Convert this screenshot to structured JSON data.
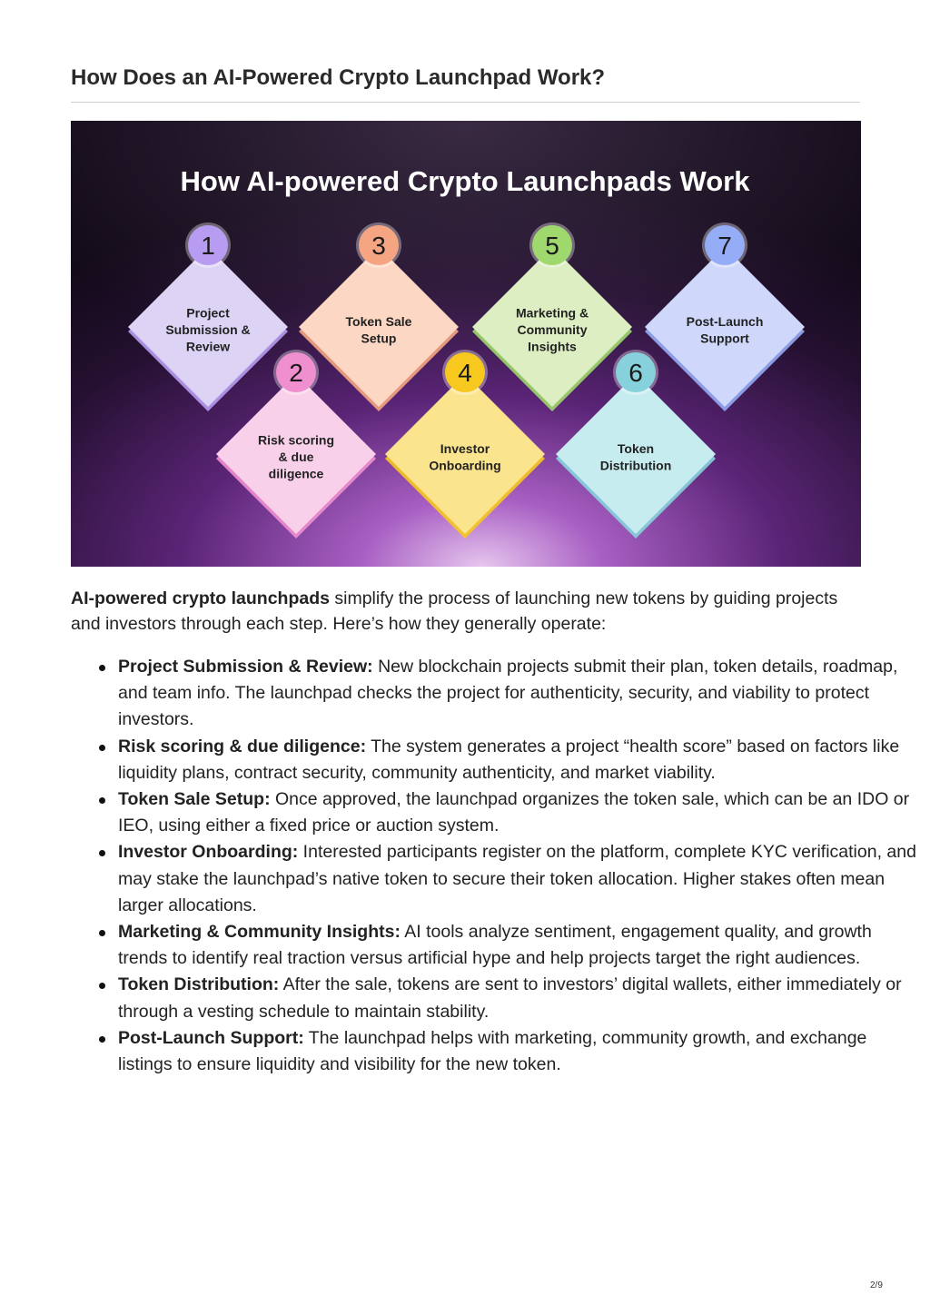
{
  "heading": "How Does an AI-Powered Crypto Launchpad Work?",
  "infographic": {
    "title": "How AI-powered Crypto Launchpads Work",
    "steps": [
      {
        "number": "1",
        "lines": [
          "Project",
          "Submission &",
          "Review"
        ],
        "card_color": "#ddd3f5",
        "badge_color": "#b79cf2"
      },
      {
        "number": "2",
        "lines": [
          "Risk scoring",
          "& due",
          "diligence"
        ],
        "card_color": "#f8d0ea",
        "badge_color": "#f08fd0"
      },
      {
        "number": "3",
        "lines": [
          "Token Sale",
          "Setup"
        ],
        "card_color": "#fcd7c4",
        "badge_color": "#f6a582"
      },
      {
        "number": "4",
        "lines": [
          "Investor",
          "Onboarding"
        ],
        "card_color": "#fbe48e",
        "badge_color": "#f7c81e"
      },
      {
        "number": "5",
        "lines": [
          "Marketing &",
          "Community",
          "Insights"
        ],
        "card_color": "#ddefc2",
        "badge_color": "#9fd86c"
      },
      {
        "number": "6",
        "lines": [
          "Token",
          "Distribution"
        ],
        "card_color": "#c6ecf0",
        "badge_color": "#86d1db"
      },
      {
        "number": "7",
        "lines": [
          "Post-Launch",
          "Support"
        ],
        "card_color": "#cfd8fb",
        "badge_color": "#95acf6"
      }
    ]
  },
  "intro": {
    "bold": "AI-powered crypto launchpads",
    "text": " simplify the process of launching new tokens by guiding projects and investors through each step. Here’s how they generally operate:"
  },
  "steps": [
    {
      "term": "Project Submission & Review:",
      "text": " New blockchain projects submit their plan, token details, roadmap, and team info. The launchpad checks the project for authenticity, security, and viability to protect investors."
    },
    {
      "term": "Risk scoring & due diligence:",
      "text": " The system generates a project “health score” based on factors like liquidity plans, contract security, community authenticity, and market viability."
    },
    {
      "term": "Token Sale Setup:",
      "text": " Once approved, the launchpad organizes the token sale, which can be an IDO or IEO, using either a fixed price or auction system."
    },
    {
      "term": "Investor Onboarding:",
      "text": " Interested participants register on the platform, complete KYC verification, and may stake the launchpad’s native token to secure their token allocation. Higher stakes often mean larger allocations."
    },
    {
      "term": "Marketing & Community Insights:",
      "text": " AI tools analyze sentiment, engagement quality, and growth trends to identify real traction versus artificial hype and help projects target the right audiences."
    },
    {
      "term": "Token Distribution:",
      "text": " After the sale, tokens are sent to investors’ digital wallets, either immediately or through a vesting schedule to maintain stability."
    },
    {
      "term": "Post-Launch Support:",
      "text": " The launchpad helps with marketing, community growth, and exchange listings to ensure liquidity and visibility for the new token."
    }
  ],
  "page_number": "2/9"
}
